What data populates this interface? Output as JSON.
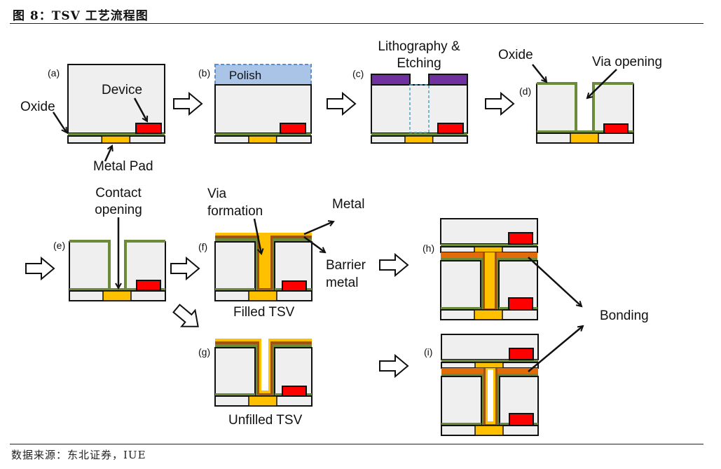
{
  "figure": {
    "title": "图 8：TSV 工艺流程图",
    "source": "数据来源：东北证券，IUE"
  },
  "colors": {
    "substrate": "#efefef",
    "oxide": "#6b8a3a",
    "device": "#ff0000",
    "pad": "#ffc000",
    "photoresist": "#7030a0",
    "polish": "#a9c4e6",
    "barrier": "#a0520f",
    "metal": "#ffc000",
    "bond": "#e36c0a",
    "outline": "#111111"
  },
  "steps": [
    {
      "id": "a",
      "label": "(a)"
    },
    {
      "id": "b",
      "label": "(b)",
      "annotation": "Polish"
    },
    {
      "id": "c",
      "label": "(c)"
    },
    {
      "id": "d",
      "label": "(d)"
    },
    {
      "id": "e",
      "label": "(e)"
    },
    {
      "id": "f",
      "label": "(f)",
      "caption": "Filled TSV"
    },
    {
      "id": "g",
      "label": "(g)",
      "caption": "Unfilled TSV"
    },
    {
      "id": "h",
      "label": "(h)"
    },
    {
      "id": "i",
      "label": "(i)"
    }
  ],
  "callouts": {
    "oxide_a": "Oxide",
    "device": "Device",
    "metal_pad": "Metal Pad",
    "litho_1": "Lithography &",
    "litho_2": "Etching",
    "oxide_d": "Oxide",
    "via_opening": "Via opening",
    "contact_1": "Contact",
    "contact_2": "opening",
    "via_form_1": "Via",
    "via_form_2": "formation",
    "metal": "Metal",
    "barrier_1": "Barrier",
    "barrier_2": "metal",
    "bonding": "Bonding"
  }
}
